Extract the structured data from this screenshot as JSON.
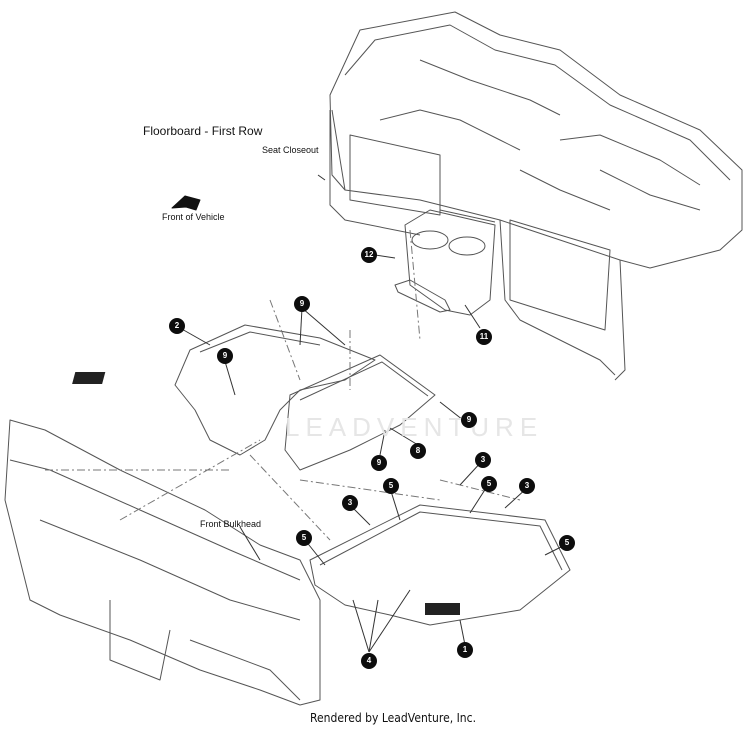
{
  "diagram": {
    "title": "Floorboard - First Row",
    "labels": {
      "seat_closeout": "Seat Closeout",
      "front_of_vehicle": "Front of Vehicle",
      "front_bulkhead": "Front Bulkhead"
    },
    "watermark": "LEADVENTURE",
    "footer": "Rendered by LeadVenture, Inc."
  },
  "callouts": [
    {
      "id": "c1",
      "text": "1"
    },
    {
      "id": "c2",
      "text": "2"
    },
    {
      "id": "c3a",
      "text": "3"
    },
    {
      "id": "c3b",
      "text": "3"
    },
    {
      "id": "c3c",
      "text": "3"
    },
    {
      "id": "c4",
      "text": "4"
    },
    {
      "id": "c5a",
      "text": "5"
    },
    {
      "id": "c5b",
      "text": "5"
    },
    {
      "id": "c5c",
      "text": "5"
    },
    {
      "id": "c5d",
      "text": "5"
    },
    {
      "id": "c8",
      "text": "8"
    },
    {
      "id": "c9a",
      "text": "9"
    },
    {
      "id": "c9b",
      "text": "9"
    },
    {
      "id": "c9c",
      "text": "9"
    },
    {
      "id": "c9d",
      "text": "9"
    },
    {
      "id": "c11",
      "text": "11"
    },
    {
      "id": "c12",
      "text": "12"
    }
  ],
  "colors": {
    "line": "#555555",
    "callout": "#0d0d0d",
    "watermark": "#e6e6e6"
  }
}
